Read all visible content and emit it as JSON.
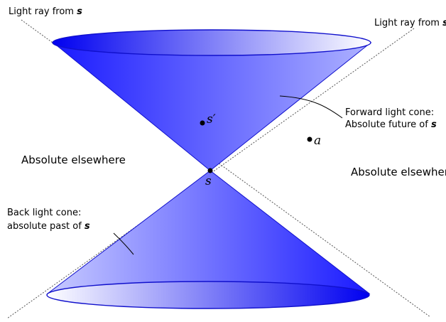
{
  "labels": {
    "ray_left_text": "Light ray from ",
    "ray_right_text": "Light ray from ",
    "event_symbol": "s",
    "forward_line1": "Forward light cone:",
    "forward_line2": "Absolute future of ",
    "back_line1": "Back light cone:",
    "back_line2": "absolute past of ",
    "elsewhere_left": "Absolute elsewhere",
    "elsewhere_right": "Absolute elsewhere",
    "point_s": "s",
    "point_s_prime": "s′",
    "point_a": "a"
  },
  "colors": {
    "cone_deep": "#0000ff",
    "cone_light": "#ffffff",
    "outline": "#1010cc",
    "ray": "#555555"
  }
}
